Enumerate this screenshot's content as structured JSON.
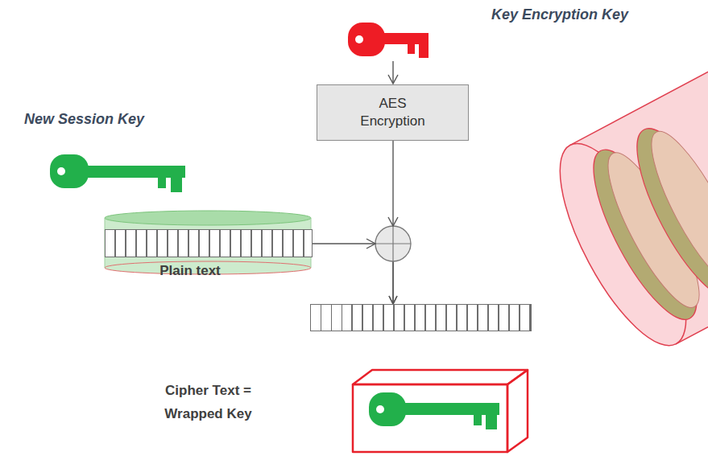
{
  "diagram": {
    "nodes": [
      {
        "text": [
          "AES Encryption"
        ]
      },
      {
        "text": [
          "Plain text"
        ]
      },
      {
        "text": [
          "Cipher Text = Wrapped Key"
        ]
      }
    ],
    "edges": [
      {
        "from": 0,
        "to": 2,
        "arrow": "to"
      },
      {
        "from": 1,
        "to": 2,
        "arrow": "to"
      }
    ],
    "labels": [
      "Key Encryption Key",
      "New Session Key"
    ]
  }
}
